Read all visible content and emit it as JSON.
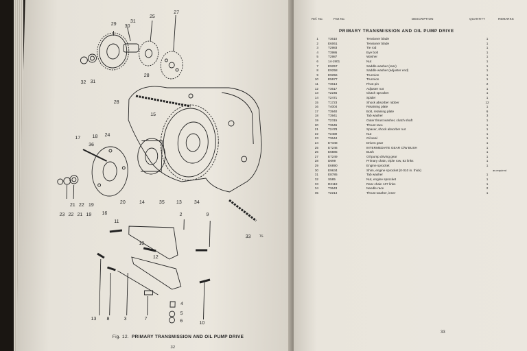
{
  "left_page": {
    "callouts": [
      "29",
      "30",
      "31",
      "25",
      "27",
      "32",
      "31",
      "28",
      "28",
      "15",
      "17",
      "18",
      "24",
      "36",
      "19",
      "22",
      "21",
      "20",
      "14",
      "35",
      "13",
      "34",
      "23",
      "22",
      "21",
      "19",
      "16",
      "11",
      "2",
      "9",
      "33",
      "T5",
      "10",
      "12",
      "13",
      "8",
      "3",
      "7",
      "4",
      "5",
      "6",
      "10"
    ],
    "figure_caption": {
      "number": "Fig. 12.",
      "title": "PRIMARY TRANSMISSION AND OIL PUMP DRIVE"
    },
    "page_number": "32"
  },
  "right_page": {
    "header": {
      "ref_no": "Ref. No.",
      "part_no": "Part No.",
      "description": "DESCRIPTION",
      "quantity": "QUANTITY",
      "remarks": "REMARKS"
    },
    "section_title": "PRIMARY TRANSMISSION AND OIL PUMP DRIVE",
    "rows": [
      {
        "no": "1",
        "part": "T3610",
        "desc": "Tensioner blade",
        "qty": "1",
        "rem": ""
      },
      {
        "no": "2",
        "part": "E6061",
        "desc": "Tensioner blade",
        "qty": "1",
        "rem": ""
      },
      {
        "no": "3",
        "part": "T2983",
        "desc": "Tie rod",
        "qty": "1",
        "rem": ""
      },
      {
        "no": "4",
        "part": "T3986",
        "desc": "Eye bolt",
        "qty": "1",
        "rem": ""
      },
      {
        "no": "5",
        "part": "T2987",
        "desc": "Washer",
        "qty": "1",
        "rem": ""
      },
      {
        "no": "6",
        "part": "14-1901",
        "desc": "Nut",
        "qty": "1",
        "rem": ""
      },
      {
        "no": "7",
        "part": "E9257",
        "desc": "Saddle washer (rear)",
        "qty": "1",
        "rem": ""
      },
      {
        "no": "8",
        "part": "E9258",
        "desc": "Saddle washer (adjuster end)",
        "qty": "1",
        "rem": ""
      },
      {
        "no": "9",
        "part": "E9256",
        "desc": "Trunnion",
        "qty": "1",
        "rem": ""
      },
      {
        "no": "10",
        "part": "E5977",
        "desc": "Trunnion",
        "qty": "1",
        "rem": ""
      },
      {
        "no": "11",
        "part": "T3614",
        "desc": "Pivot pin",
        "qty": "2",
        "rem": ""
      },
      {
        "no": "12",
        "part": "T3617",
        "desc": "Adjuster nut",
        "qty": "1",
        "rem": ""
      },
      {
        "no": "13",
        "part": "T2245",
        "desc": "Clutch sprocket",
        "qty": "1",
        "rem": ""
      },
      {
        "no": "14",
        "part": "T2471",
        "desc": "Spider",
        "qty": "1",
        "rem": ""
      },
      {
        "no": "15",
        "part": "T1723",
        "desc": "Shock absorber rubber",
        "qty": "12",
        "rem": ""
      },
      {
        "no": "16",
        "part": "T4004",
        "desc": "Retaining plate",
        "qty": "1",
        "rem": ""
      },
      {
        "no": "17",
        "part": "T3940",
        "desc": "Bolt, retaining plate",
        "qty": "6",
        "rem": ""
      },
      {
        "no": "18",
        "part": "T3941",
        "desc": "Tab washer",
        "qty": "3",
        "rem": ""
      },
      {
        "no": "19",
        "part": "T2315",
        "desc": "Outer thrust washer, clutch shaft",
        "qty": "1",
        "rem": ""
      },
      {
        "no": "20",
        "part": "T3646",
        "desc": "Thrust race",
        "qty": "1",
        "rem": ""
      },
      {
        "no": "21",
        "part": "T2478",
        "desc": "Spacer, shock absorber nut",
        "qty": "1",
        "rem": ""
      },
      {
        "no": "22",
        "part": "T2480",
        "desc": "Nut",
        "qty": "1",
        "rem": ""
      },
      {
        "no": "23",
        "part": "T3644",
        "desc": "Oil seal",
        "qty": "1",
        "rem": ""
      },
      {
        "no": "24",
        "part": "E7348",
        "desc": "Driven gear",
        "qty": "1",
        "rem": ""
      },
      {
        "no": "25",
        "part": "E7246",
        "desc": "INTERMEDIATE GEAR C/W BUSH",
        "qty": "1",
        "rem": ""
      },
      {
        "no": "26",
        "part": "E6885",
        "desc": "Bush",
        "qty": "1",
        "rem": ""
      },
      {
        "no": "27",
        "part": "E7249",
        "desc": "Oil pump driving gear",
        "qty": "1",
        "rem": ""
      },
      {
        "no": "28",
        "part": "D699",
        "desc": "Primary chain, triple row, 82 links",
        "qty": "1",
        "rem": ""
      },
      {
        "no": "29",
        "part": "E6890",
        "desc": "Engine sprocket",
        "qty": "1",
        "rem": ""
      },
      {
        "no": "30",
        "part": "E9634",
        "desc": "Shim, engine sprocket (0·010 in. thick)",
        "qty": "",
        "rem": "as required"
      },
      {
        "no": "31",
        "part": "E8785",
        "desc": "Tab washer",
        "qty": "1",
        "rem": ""
      },
      {
        "no": "32",
        "part": "S585",
        "desc": "Nut, engine sprocket",
        "qty": "1",
        "rem": ""
      },
      {
        "no": "33",
        "part": "D2118",
        "desc": "Rear chain 107 links",
        "qty": "1",
        "rem": ""
      },
      {
        "no": "34",
        "part": "T3643",
        "desc": "Needle race",
        "qty": "2",
        "rem": ""
      },
      {
        "no": "35",
        "part": "T2214",
        "desc": "Thrust washer, inner",
        "qty": "1",
        "rem": ""
      }
    ],
    "page_number": "33"
  }
}
